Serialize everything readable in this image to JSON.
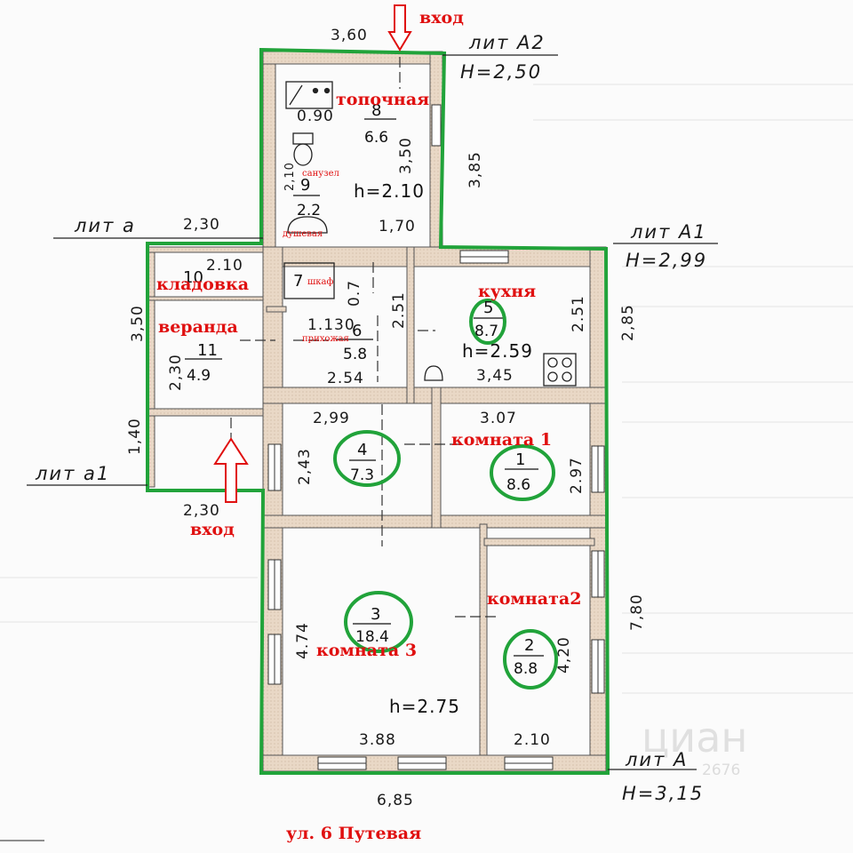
{
  "liters": {
    "a2": "лит A2",
    "a2_height": "H=2,50",
    "a": "лит a",
    "a1": "лит A1",
    "a1_height": "H=2,99",
    "small_a1": "лит a1",
    "main_a": "лит A",
    "main_height": "H=3,15"
  },
  "entrances": {
    "top": "вход",
    "bottom": "вход"
  },
  "rooms": [
    {
      "num": "1",
      "area": "8.6",
      "label": "комната 1"
    },
    {
      "num": "2",
      "area": "8.8",
      "label": "комната2"
    },
    {
      "num": "3",
      "area": "18.4",
      "label": "комната 3"
    },
    {
      "num": "4",
      "area": "7.3",
      "label": ""
    },
    {
      "num": "5",
      "area": "8.7",
      "label": "кухня"
    },
    {
      "num": "6",
      "area": "5.8",
      "label": "прихожая"
    },
    {
      "num": "7",
      "area": "",
      "label": "шкаф"
    },
    {
      "num": "8",
      "area": "6.6",
      "label": "топочная"
    },
    {
      "num": "9",
      "area": "2.2",
      "label": "санузел"
    },
    {
      "num": "10",
      "area": "",
      "label": "кладовка"
    },
    {
      "num": "11",
      "area": "4.9",
      "label": "веранда"
    }
  ],
  "extra_labels": {
    "shower": "душевая"
  },
  "heights": {
    "a2": "h=2.10",
    "kitchen": "h=2.59",
    "main": "h=2.75"
  },
  "dimensions": {
    "top_width": "3,60",
    "a2_right": "3,85",
    "a2_inner": "3,50",
    "bath_w": "0.90",
    "bath_h": "2,10",
    "a2_bottom": "1,70",
    "lit_a_top": "2,30",
    "storage_w": "2.10",
    "veranda_h": "3,50",
    "veranda_in": "2,30",
    "hall_a": "0.7",
    "hall_b": "1.130",
    "hall_w": "2.54",
    "hall_h": "2.51",
    "kitchen_h": "2.51",
    "kitchen_w": "3,45",
    "a1_side": "2,85",
    "r4_w": "2,99",
    "r4_h": "2,43",
    "r1_w": "3.07",
    "r1_h": "2.97",
    "a1_porch": "1,40",
    "a1_bottom": "2,30",
    "r3_h": "4.74",
    "r3_w": "3.88",
    "r2_h": "4,20",
    "r2_w": "2.10",
    "total_h": "7,80",
    "total_w": "6,85"
  },
  "street": "ул. 6 Путевая",
  "watermark": "циан",
  "watermark_id": "2676"
}
